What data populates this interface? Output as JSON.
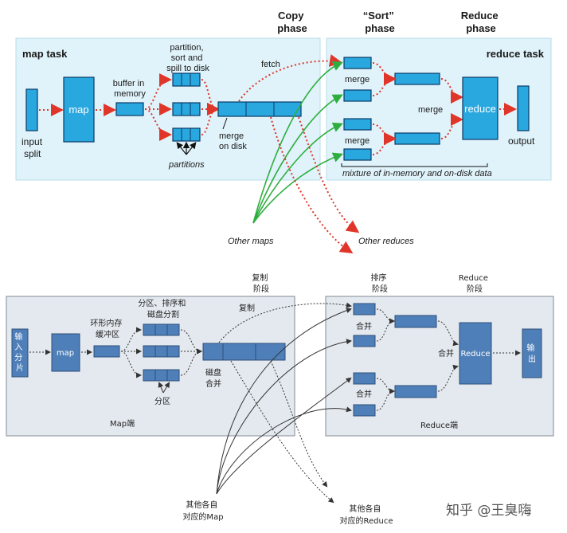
{
  "top": {
    "phase_copy": [
      "Copy",
      "phase"
    ],
    "phase_sort": [
      "“Sort”",
      "phase"
    ],
    "phase_reduce": [
      "Reduce",
      "phase"
    ],
    "map_task": "map task",
    "reduce_task": "reduce task",
    "input_split": [
      "input",
      "split"
    ],
    "map": "map",
    "buffer_in_memory": [
      "buffer in",
      "memory"
    ],
    "partition_sort_spill": [
      "partition,",
      "sort and",
      "spill to disk"
    ],
    "partitions": "partitions",
    "merge_on_disk": [
      "merge",
      "on disk"
    ],
    "fetch": "fetch",
    "merge": "merge",
    "reduce": "reduce",
    "output": "output",
    "mixture": "mixture of in-memory and on-disk data",
    "other_maps": "Other maps",
    "other_reduces": "Other reduces"
  },
  "bottom": {
    "phase_copy": [
      "复制",
      "阶段"
    ],
    "phase_sort": [
      "排序",
      "阶段"
    ],
    "phase_reduce": [
      "Reduce",
      "阶段"
    ],
    "input_split": [
      "输",
      "入",
      "分",
      "片"
    ],
    "map": "map",
    "ring_buffer": [
      "环形内存",
      "缓冲区"
    ],
    "partition_sort_merge": [
      "分区、排序和",
      "磁盘分割"
    ],
    "copy": "复制",
    "disk_merge": [
      "磁盘",
      "合并"
    ],
    "partition": "分区",
    "map_side": "Map端",
    "merge": "合并",
    "reduce": "Reduce",
    "output": [
      "输",
      "出"
    ],
    "reduce_side": "Reduce端",
    "other_maps": [
      "其他各自",
      "对应的Map"
    ],
    "other_reduces": [
      "其他各自",
      "对应的Reduce"
    ]
  },
  "watermark": "知乎 @王臭嗨",
  "colors": {
    "panel_bg": "#e0f3fa",
    "box_fill": "#29a7df",
    "box_stroke": "#0b3a66",
    "dotted_red": "#e0362a",
    "green": "#2fae3f",
    "bottom_panel": "#e4e9ef",
    "bottom_box": "#4f7fb8",
    "bottom_stroke": "#2d4f7a"
  }
}
